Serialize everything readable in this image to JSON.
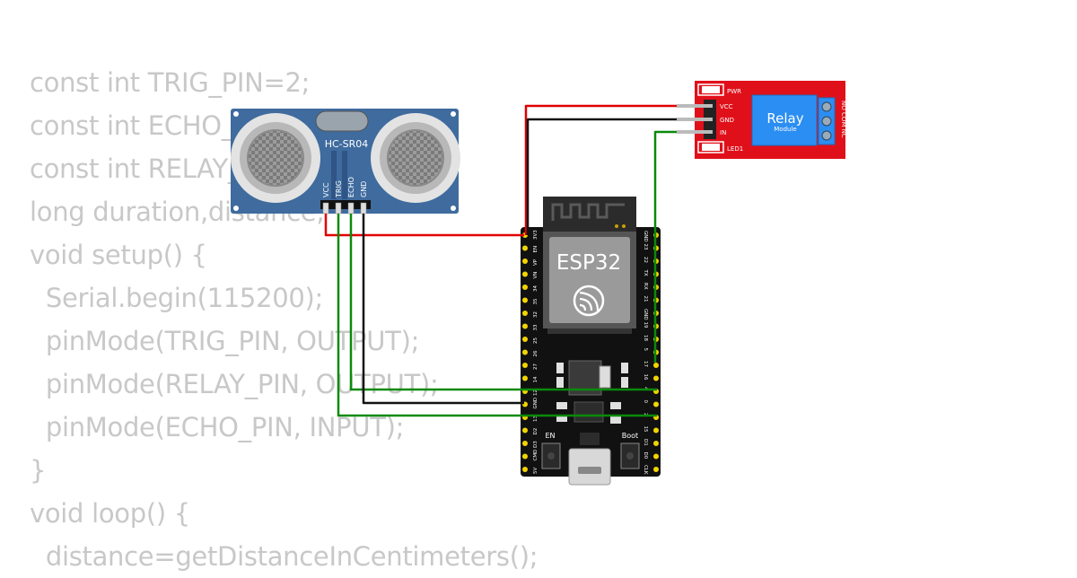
{
  "code_lines": [
    "const int TRIG_PIN=2;",
    "const int ECHO_PIN=4;",
    "const int RELAY_PIN=5;",
    "long duration,distance;",
    "void setup() {",
    "  Serial.begin(115200);",
    "  pinMode(TRIG_PIN, OUTPUT);",
    "  pinMode(RELAY_PIN, OUTPUT);",
    "  pinMode(ECHO_PIN, INPUT);",
    "}",
    "void loop() {",
    "  distance=getDistanceInCentimeters();"
  ],
  "sensor": {
    "name": "HC-SR04",
    "pins": [
      "VCC",
      "TRIG",
      "ECHO",
      "GND"
    ],
    "color": "#3f6b9e"
  },
  "esp32": {
    "name": "ESP32",
    "left_pins": [
      "3V3",
      "EN",
      "VP",
      "VN",
      "34",
      "35",
      "32",
      "33",
      "25",
      "26",
      "27",
      "14",
      "12",
      "GND",
      "13",
      "D2",
      "D3",
      "CMD",
      "5V"
    ],
    "right_pins": [
      "GND",
      "23",
      "22",
      "TX",
      "RX",
      "21",
      "GND",
      "19",
      "18",
      "5",
      "17",
      "16",
      "4",
      "0",
      "2",
      "15",
      "D1",
      "D0",
      "CLK"
    ],
    "en_label": "EN",
    "boot_label": "Boot"
  },
  "relay": {
    "name": "Relay",
    "subname": "Module",
    "pins": [
      "VCC",
      "GND",
      "IN"
    ],
    "terminals": "NO COM NC",
    "pwr_label": "PWR",
    "led_label": "LED1",
    "color": "#e0101a"
  },
  "wire_colors": {
    "power": "#e00000",
    "ground": "#111111",
    "signal": "#0a8a0a"
  }
}
